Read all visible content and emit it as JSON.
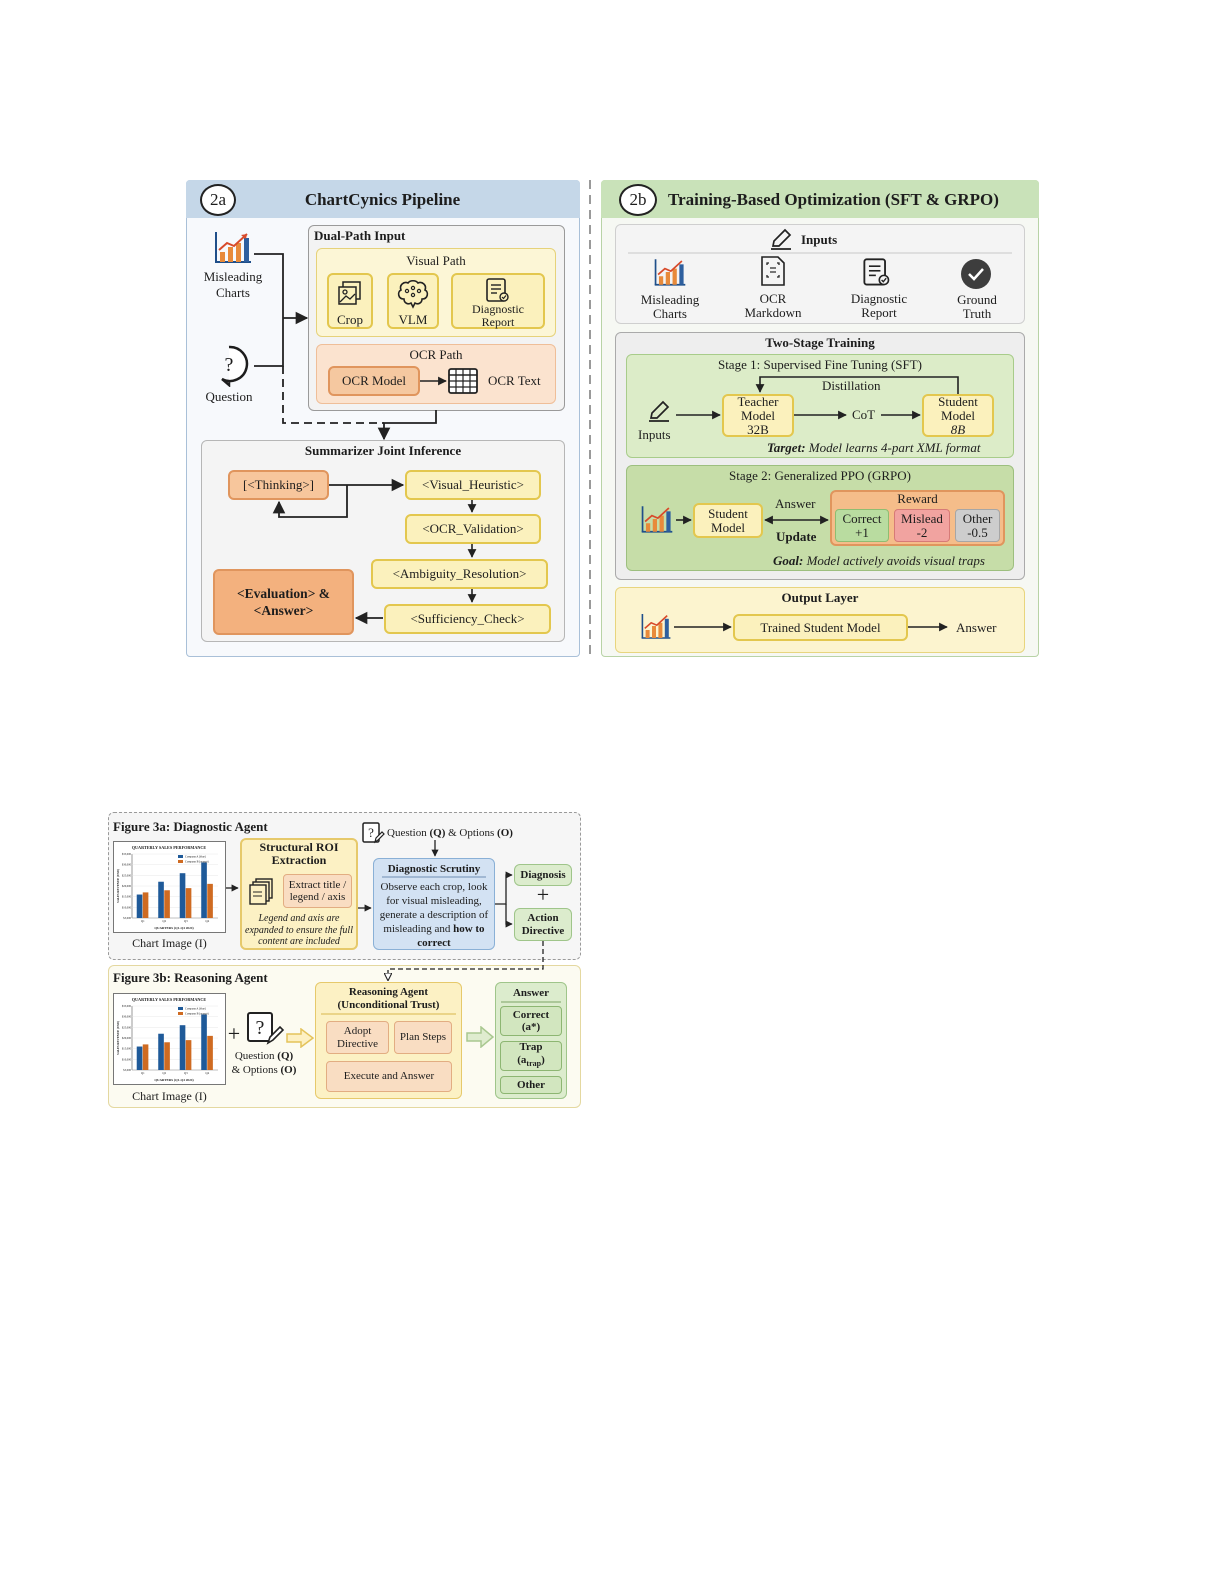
{
  "p2a": {
    "badge": "2a",
    "title": "ChartCynics Pipeline",
    "misleading_charts": "Misleading\nCharts",
    "question": "Question",
    "dual_path_title": "Dual-Path Input",
    "visual_path_title": "Visual Path",
    "crop": "Crop",
    "vlm": "VLM",
    "diagnostic_report": "Diagnostic\nReport",
    "ocr_path_title": "OCR Path",
    "ocr_model": "OCR Model",
    "ocr_text": "OCR Text",
    "summarizer_title": "Summarizer Joint Inference",
    "thinking": "[<Thinking>]",
    "visual_heuristic": "<Visual_Heuristic>",
    "ocr_validation": "<OCR_Validation>",
    "ambiguity_resolution": "<Ambiguity_Resolution>",
    "sufficiency_check": "<Sufficiency_Check>",
    "evaluation_answer": "<Evaluation> &\n<Answer>"
  },
  "p2b": {
    "badge": "2b",
    "title": "Training-Based Optimization (SFT & GRPO)",
    "inputs_title": "Inputs",
    "input_items": [
      "Misleading\nCharts",
      "OCR\nMarkdown",
      "Diagnostic\nReport",
      "Ground\nTruth"
    ],
    "two_stage_title": "Two-Stage Training",
    "stage1_title": "Stage 1: Supervised Fine Tuning (SFT)",
    "distillation": "Distillation",
    "inputs_label": "Inputs",
    "teacher_model": "Teacher\nModel\n32B",
    "cot": "CoT",
    "student_model_name": "Student\nModel",
    "student_model_size": "8B",
    "target_label": "Target:",
    "target_text": " Model learns 4-part XML format",
    "stage2_title": "Stage 2: Generalized PPO (GRPO)",
    "student_model": "Student\nModel",
    "answer": "Answer",
    "update": "Update",
    "reward_title": "Reward",
    "reward_correct": "Correct\n+1",
    "reward_mislead": "Mislead\n-2",
    "reward_other": "Other\n-0.5",
    "goal_label": "Goal:",
    "goal_text": " Model actively avoids visual traps",
    "output_title": "Output Layer",
    "trained_student": "Trained Student Model",
    "output_answer": "Answer"
  },
  "f3a": {
    "title": "Figure 3a: Diagnostic Agent",
    "mini_chart_title": "QUARTERLY SALES PERFORMANCE",
    "mini_chart_xlabel": "QUARTERS (Q1-Q4 2024)",
    "mini_chart_ylabel": "SALES REVENUE (USD)",
    "mini_chart_legend": [
      "Company A (blue)",
      "Company B (orange)"
    ],
    "mini_chart_yticks": [
      "$35,000",
      "$30,000",
      "$25,000",
      "$20,000",
      "$15,000",
      "$10,000",
      "$5,000"
    ],
    "mini_chart_xticks": [
      "Q1",
      "Q2",
      "Q3",
      "Q4"
    ],
    "chart_caption": "Chart Image (I)",
    "roi_title": "Structural ROI\nExtraction",
    "extract_text": "Extract title /\nlegend / axis",
    "roi_note": "Legend and axis are\nexpanded to ensure the full\ncontent are included",
    "question_options_pre": "Question ",
    "question_q": "(Q)",
    "question_amp": " & Options ",
    "question_o": "(O)",
    "scrutiny_title": "Diagnostic Scrutiny",
    "scrutiny_text": "Observe each crop, look\nfor visual misleading,\ngenerate a description of\nmisleading and ",
    "scrutiny_bold": "how to\ncorrect",
    "diagnosis": "Diagnosis",
    "plus": "+",
    "action_directive": "Action\nDirective"
  },
  "f3b": {
    "title": "Figure 3b: Reasoning Agent",
    "chart_caption": "Chart Image (I)",
    "plus": "+",
    "question_label_pre": "Question ",
    "question_label_q": "(Q)",
    "options_label_pre": "& Options ",
    "options_label_o": "(O)",
    "agent_title": "Reasoning Agent\n(Unconditional Trust)",
    "adopt_directive": "Adopt\nDirective",
    "plan_steps": "Plan Steps",
    "execute_answer": "Execute and Answer",
    "answer_title": "Answer",
    "correct": "Correct\n(a*)",
    "trap_label": "Trap",
    "trap_sub": "(a",
    "trap_subscript": "trap",
    "trap_close": ")",
    "other": "Other"
  },
  "mini_chart_data": {
    "type": "bar",
    "categories": [
      "Q1",
      "Q2",
      "Q3",
      "Q4"
    ],
    "series": [
      {
        "name": "Company A (blue)",
        "values": [
          16000,
          22000,
          26000,
          31000
        ],
        "color": "#1f5a99"
      },
      {
        "name": "Company B (orange)",
        "values": [
          17000,
          18000,
          19000,
          21000
        ],
        "color": "#cf6b22"
      }
    ],
    "ylim": [
      5000,
      35000
    ]
  },
  "colors": {
    "header_2a": "#c5d7e8",
    "header_2b": "#c9e2b9",
    "yellow_fill": "#fbf1bd",
    "orange_fill": "#f6be8e",
    "green_fill": "#dceccd",
    "blue_fill": "#d3e2f3",
    "mislead_fill": "#f1a3a0",
    "other_fill": "#cdcdcd"
  },
  "icons": [
    "chart-icon",
    "question-icon",
    "crop-icon",
    "brain-icon",
    "report-icon",
    "table-icon",
    "pencil-icon",
    "ocr-icon",
    "check-icon",
    "question-doc-icon",
    "dots-icon",
    "doc-stack-icon",
    "fat-arrow-icon"
  ]
}
